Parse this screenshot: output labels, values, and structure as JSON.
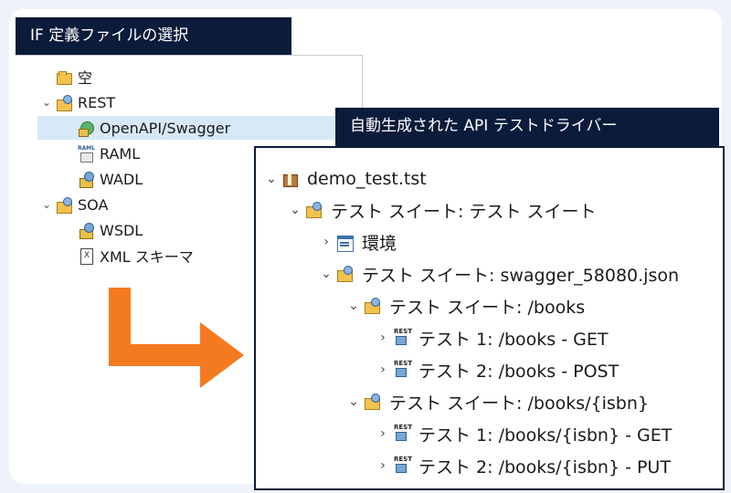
{
  "captions": {
    "select_if": "IF 定義ファイルの選択",
    "generated": "自動生成された API テストドライバー"
  },
  "left_tree": {
    "items": [
      {
        "label": "空",
        "icon": "folder-icon"
      },
      {
        "label": "REST",
        "icon": "rest-category-icon"
      },
      {
        "label": "OpenAPI/Swagger",
        "icon": "openapi-icon",
        "selected": true
      },
      {
        "label": "RAML",
        "icon": "raml-icon"
      },
      {
        "label": "WADL",
        "icon": "wadl-icon"
      },
      {
        "label": "SOA",
        "icon": "soa-category-icon"
      },
      {
        "label": "WSDL",
        "icon": "wsdl-icon"
      },
      {
        "label": "XML スキーマ",
        "icon": "xml-schema-icon"
      }
    ]
  },
  "right_tree": {
    "items": [
      {
        "label": "demo_test.tst",
        "icon": "test-file-icon"
      },
      {
        "label": "テスト スイート: テスト スイート",
        "icon": "suite-icon"
      },
      {
        "label": "環境",
        "icon": "environment-icon"
      },
      {
        "label": "テスト スイート: swagger_58080.json",
        "icon": "suite-icon"
      },
      {
        "label": "テスト スイート: /books",
        "icon": "suite-icon"
      },
      {
        "label": "テスト 1: /books - GET",
        "icon": "rest-test-icon"
      },
      {
        "label": "テスト 2: /books - POST",
        "icon": "rest-test-icon"
      },
      {
        "label": "テスト スイート: /books/{isbn}",
        "icon": "suite-icon"
      },
      {
        "label": "テスト 1: /books/{isbn} - GET",
        "icon": "rest-test-icon"
      },
      {
        "label": "テスト 2: /books/{isbn} - PUT",
        "icon": "rest-test-icon"
      }
    ]
  },
  "colors": {
    "caption_bg": "#0b1b3a",
    "selection_bg": "#d7e9f8",
    "arrow": "#f47a1f"
  }
}
